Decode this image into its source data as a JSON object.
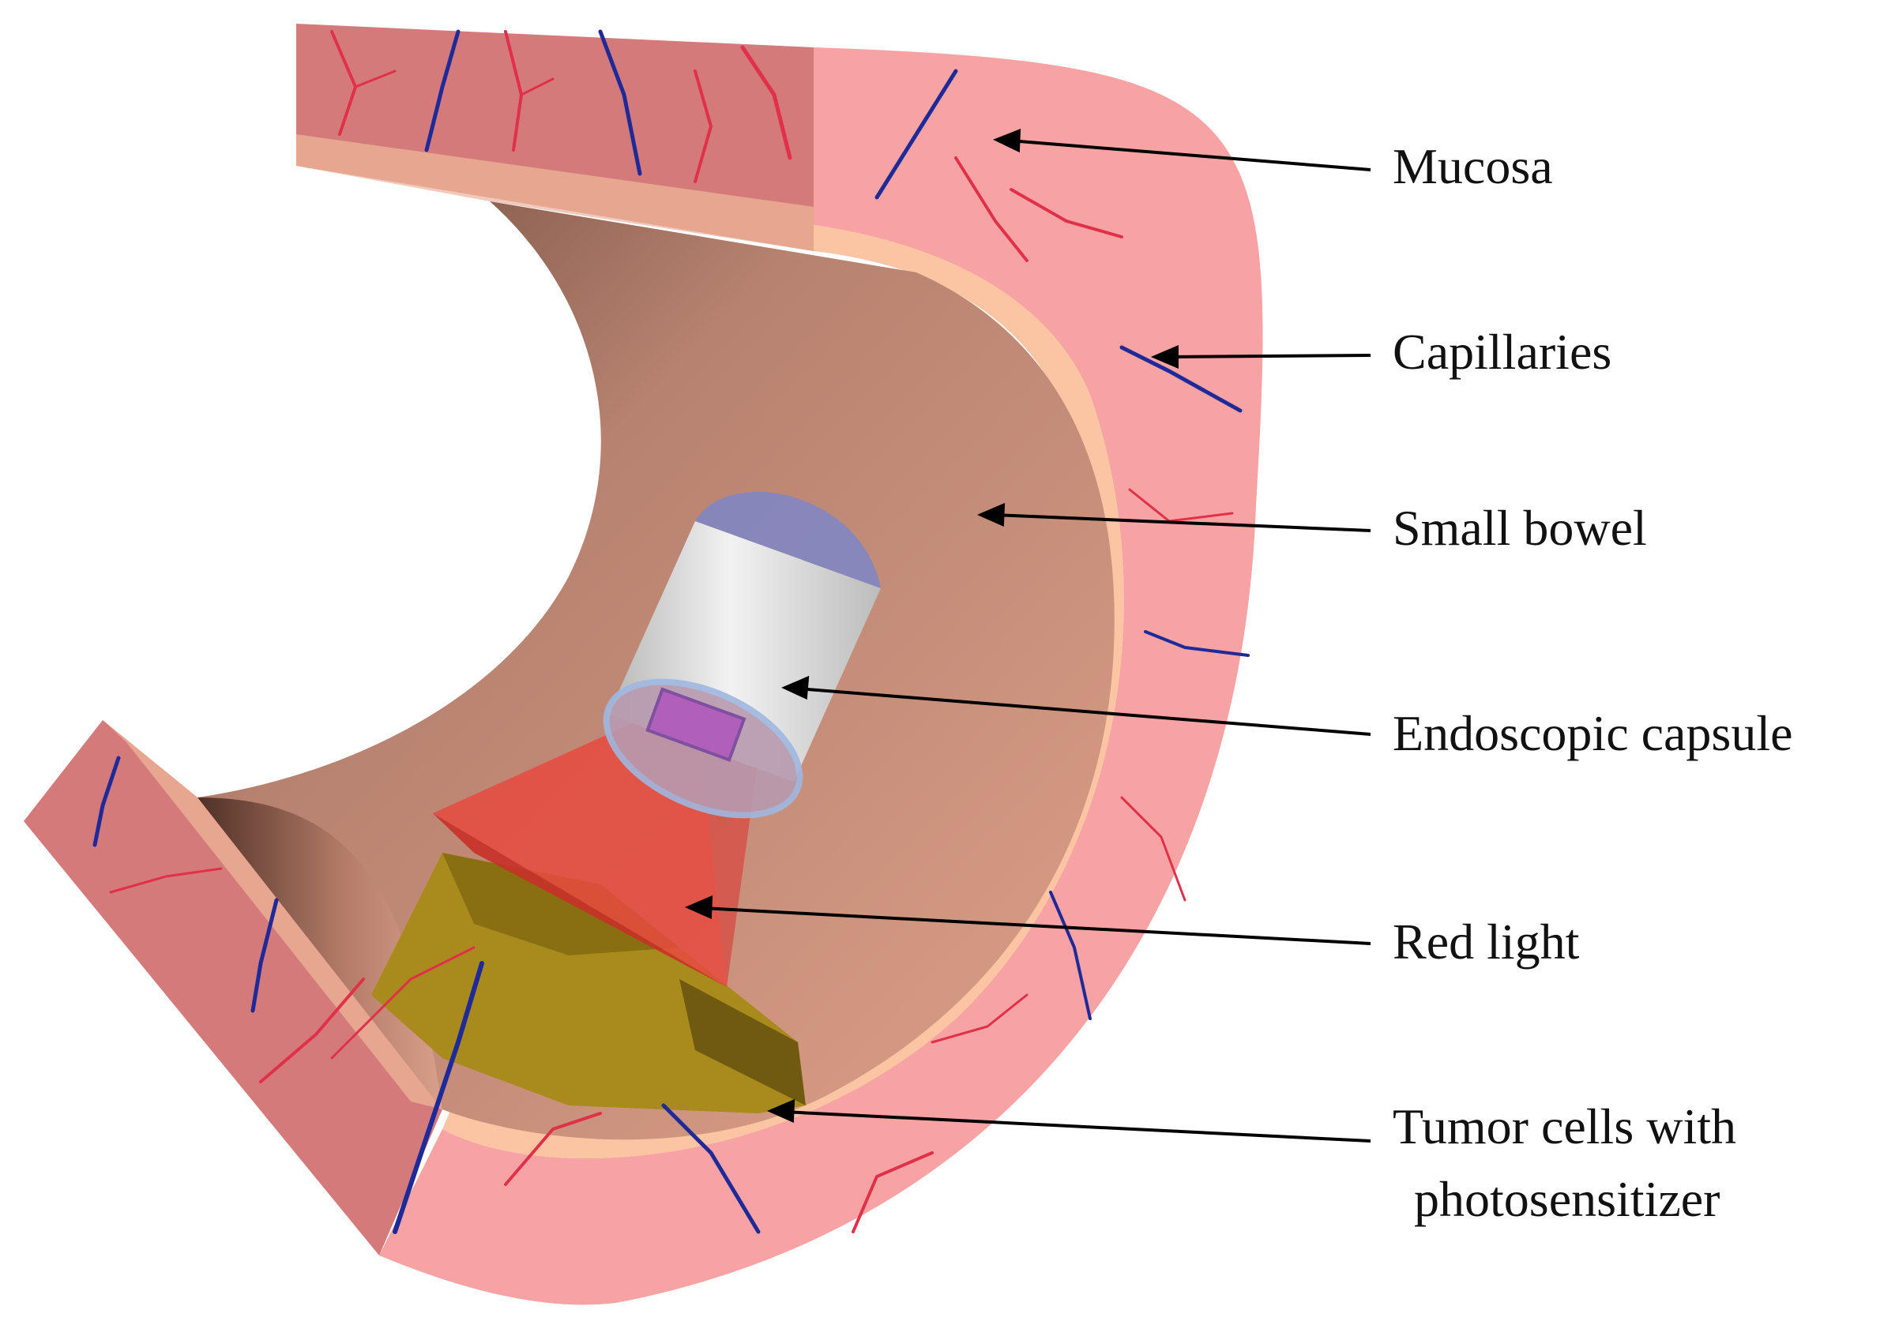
{
  "labels": {
    "mucosa": "Mucosa",
    "capillaries": "Capillaries",
    "small_bowel": "Small bowel",
    "capsule": "Endoscopic capsule",
    "red_light": "Red light",
    "tumor_line1": "Tumor cells with",
    "tumor_line2": "photosensitizer"
  },
  "colors": {
    "mucosa": "#f7a3a3",
    "mucosa_shaded": "#d47a7a",
    "submucosa_band": "#fbc4a3",
    "bowel_inner": "#d49a80",
    "bowel_dark": "#7a5040",
    "capsule_body": "#d9d9d9",
    "capsule_cap": "#7e86c8",
    "red_light": "#e8463c",
    "tumor": "#a98a1c",
    "artery": "#e0304a",
    "vein": "#1f2a9a"
  }
}
